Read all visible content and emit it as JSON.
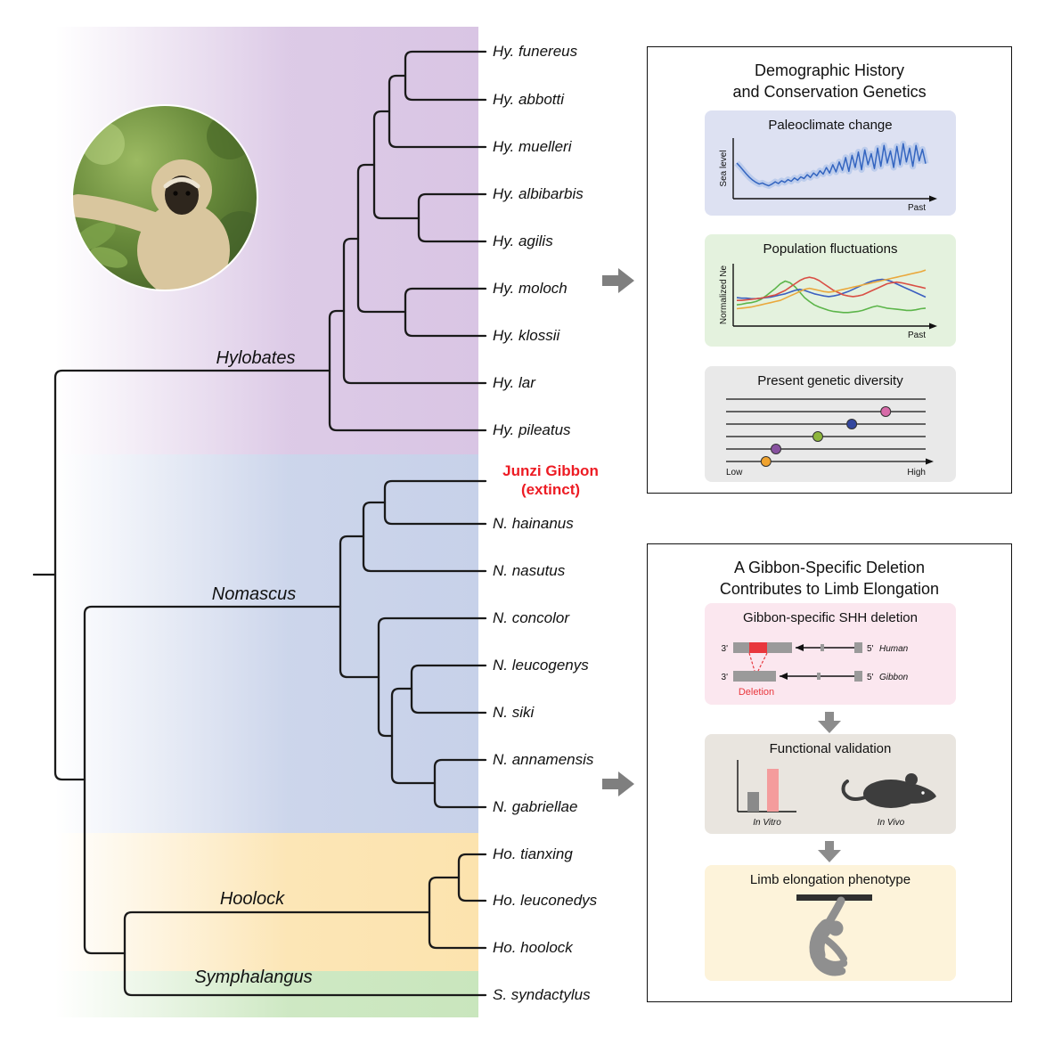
{
  "figure": {
    "tree": {
      "genera": [
        "Hylobates",
        "Nomascus",
        "Hoolock",
        "Symphalangus"
      ],
      "species": [
        "Hy. funereus",
        "Hy. abbotti",
        "Hy. muelleri",
        "Hy. albibarbis",
        "Hy. agilis",
        "Hy. moloch",
        "Hy. klossii",
        "Hy. lar",
        "Hy. pileatus",
        "N. hainanus",
        "N. nasutus",
        "N. concolor",
        "N. leucogenys",
        "N. siki",
        "N. annamensis",
        "N. gabriellae",
        "Ho. tianxing",
        "Ho. leuconedys",
        "Ho. hoolock",
        "S. syndactylus"
      ],
      "extinct": {
        "line1": "Junzi Gibbon",
        "line2": "(extinct)",
        "color": "#ed1c24"
      }
    },
    "band_colors": {
      "hylobates": "#d9c5e4",
      "nomascus": "#c7d1e9",
      "hoolock": "#fce3ae",
      "symphalangus": "#c9e6bd"
    },
    "panels": {
      "demographic": {
        "title_line1": "Demographic History",
        "title_line2": "and Conservation Genetics",
        "paleoclimate": {
          "title": "Paleoclimate change",
          "ylabel": "Sea level",
          "xlabel": "Past",
          "line_color": "#3465c0",
          "band_color": "#9bb8e6",
          "values": [
            0.58,
            0.52,
            0.45,
            0.38,
            0.32,
            0.27,
            0.23,
            0.2,
            0.22,
            0.19,
            0.17,
            0.2,
            0.24,
            0.21,
            0.26,
            0.23,
            0.28,
            0.25,
            0.31,
            0.27,
            0.33,
            0.3,
            0.37,
            0.32,
            0.4,
            0.35,
            0.44,
            0.38,
            0.5,
            0.4,
            0.55,
            0.42,
            0.6,
            0.45,
            0.68,
            0.43,
            0.72,
            0.5,
            0.78,
            0.46,
            0.82,
            0.55,
            0.75,
            0.48,
            0.85,
            0.52,
            0.9,
            0.58,
            0.8,
            0.5,
            0.88,
            0.55,
            0.93,
            0.6,
            0.85,
            0.52,
            0.9,
            0.62,
            0.83,
            0.57
          ]
        },
        "population": {
          "title": "Population fluctuations",
          "ylabel": "Normalized Ne",
          "xlabel": "Past",
          "series": [
            {
              "name": "series-green",
              "color": "#5cb54a",
              "values": [
                0.32,
                0.33,
                0.35,
                0.36,
                0.38,
                0.42,
                0.48,
                0.55,
                0.62,
                0.7,
                0.75,
                0.72,
                0.65,
                0.55,
                0.45,
                0.38,
                0.32,
                0.28,
                0.25,
                0.22,
                0.2,
                0.19,
                0.18,
                0.18,
                0.19,
                0.2,
                0.22,
                0.25,
                0.28,
                0.3,
                0.28,
                0.26,
                0.25,
                0.24,
                0.23,
                0.22,
                0.22,
                0.23,
                0.25,
                0.26
              ]
            },
            {
              "name": "series-blue",
              "color": "#3b5fc0",
              "values": [
                0.45,
                0.44,
                0.44,
                0.43,
                0.43,
                0.44,
                0.45,
                0.46,
                0.48,
                0.5,
                0.52,
                0.55,
                0.58,
                0.6,
                0.58,
                0.55,
                0.52,
                0.5,
                0.48,
                0.47,
                0.48,
                0.5,
                0.53,
                0.56,
                0.6,
                0.64,
                0.68,
                0.72,
                0.75,
                0.77,
                0.78,
                0.77,
                0.74,
                0.7,
                0.66,
                0.62,
                0.58,
                0.54,
                0.5,
                0.46
              ]
            },
            {
              "name": "series-red",
              "color": "#d94f45",
              "values": [
                0.4,
                0.4,
                0.41,
                0.42,
                0.43,
                0.44,
                0.46,
                0.48,
                0.5,
                0.54,
                0.58,
                0.64,
                0.7,
                0.76,
                0.8,
                0.82,
                0.8,
                0.76,
                0.7,
                0.64,
                0.58,
                0.54,
                0.5,
                0.48,
                0.47,
                0.48,
                0.5,
                0.54,
                0.58,
                0.62,
                0.66,
                0.7,
                0.72,
                0.73,
                0.72,
                0.7,
                0.68,
                0.66,
                0.64,
                0.62
              ]
            },
            {
              "name": "series-orange",
              "color": "#eaa83c",
              "values": [
                0.25,
                0.26,
                0.27,
                0.28,
                0.3,
                0.32,
                0.34,
                0.36,
                0.38,
                0.4,
                0.44,
                0.48,
                0.52,
                0.56,
                0.6,
                0.62,
                0.6,
                0.58,
                0.56,
                0.55,
                0.56,
                0.58,
                0.6,
                0.62,
                0.64,
                0.66,
                0.68,
                0.7,
                0.72,
                0.74,
                0.76,
                0.78,
                0.8,
                0.82,
                0.84,
                0.86,
                0.88,
                0.9,
                0.92,
                0.95
              ]
            }
          ]
        },
        "diversity": {
          "title": "Present genetic diversity",
          "low": "Low",
          "high": "High",
          "num_lines": 6,
          "dots": [
            {
              "line": 2,
              "x": 0.8,
              "color": "#d76aa8"
            },
            {
              "line": 3,
              "x": 0.63,
              "color": "#33479e"
            },
            {
              "line": 4,
              "x": 0.46,
              "color": "#8db53b"
            },
            {
              "line": 5,
              "x": 0.25,
              "color": "#8852a0"
            },
            {
              "line": 6,
              "x": 0.2,
              "color": "#f0a32f"
            }
          ]
        }
      },
      "deletion": {
        "title_line1": "A Gibbon-Specific Deletion",
        "title_line2": "Contributes to Limb Elongation",
        "shh": {
          "title": "Gibbon-specific SHH deletion",
          "three_prime": "3'",
          "five_prime": "5'",
          "human": "Human",
          "gibbon": "Gibbon",
          "deletion": "Deletion",
          "deletion_color": "#e8373d"
        },
        "validation": {
          "title": "Functional validation",
          "invitro": "In Vitro",
          "invivo": "In Vivo"
        },
        "limb": {
          "title": "Limb elongation phenotype"
        }
      }
    }
  }
}
